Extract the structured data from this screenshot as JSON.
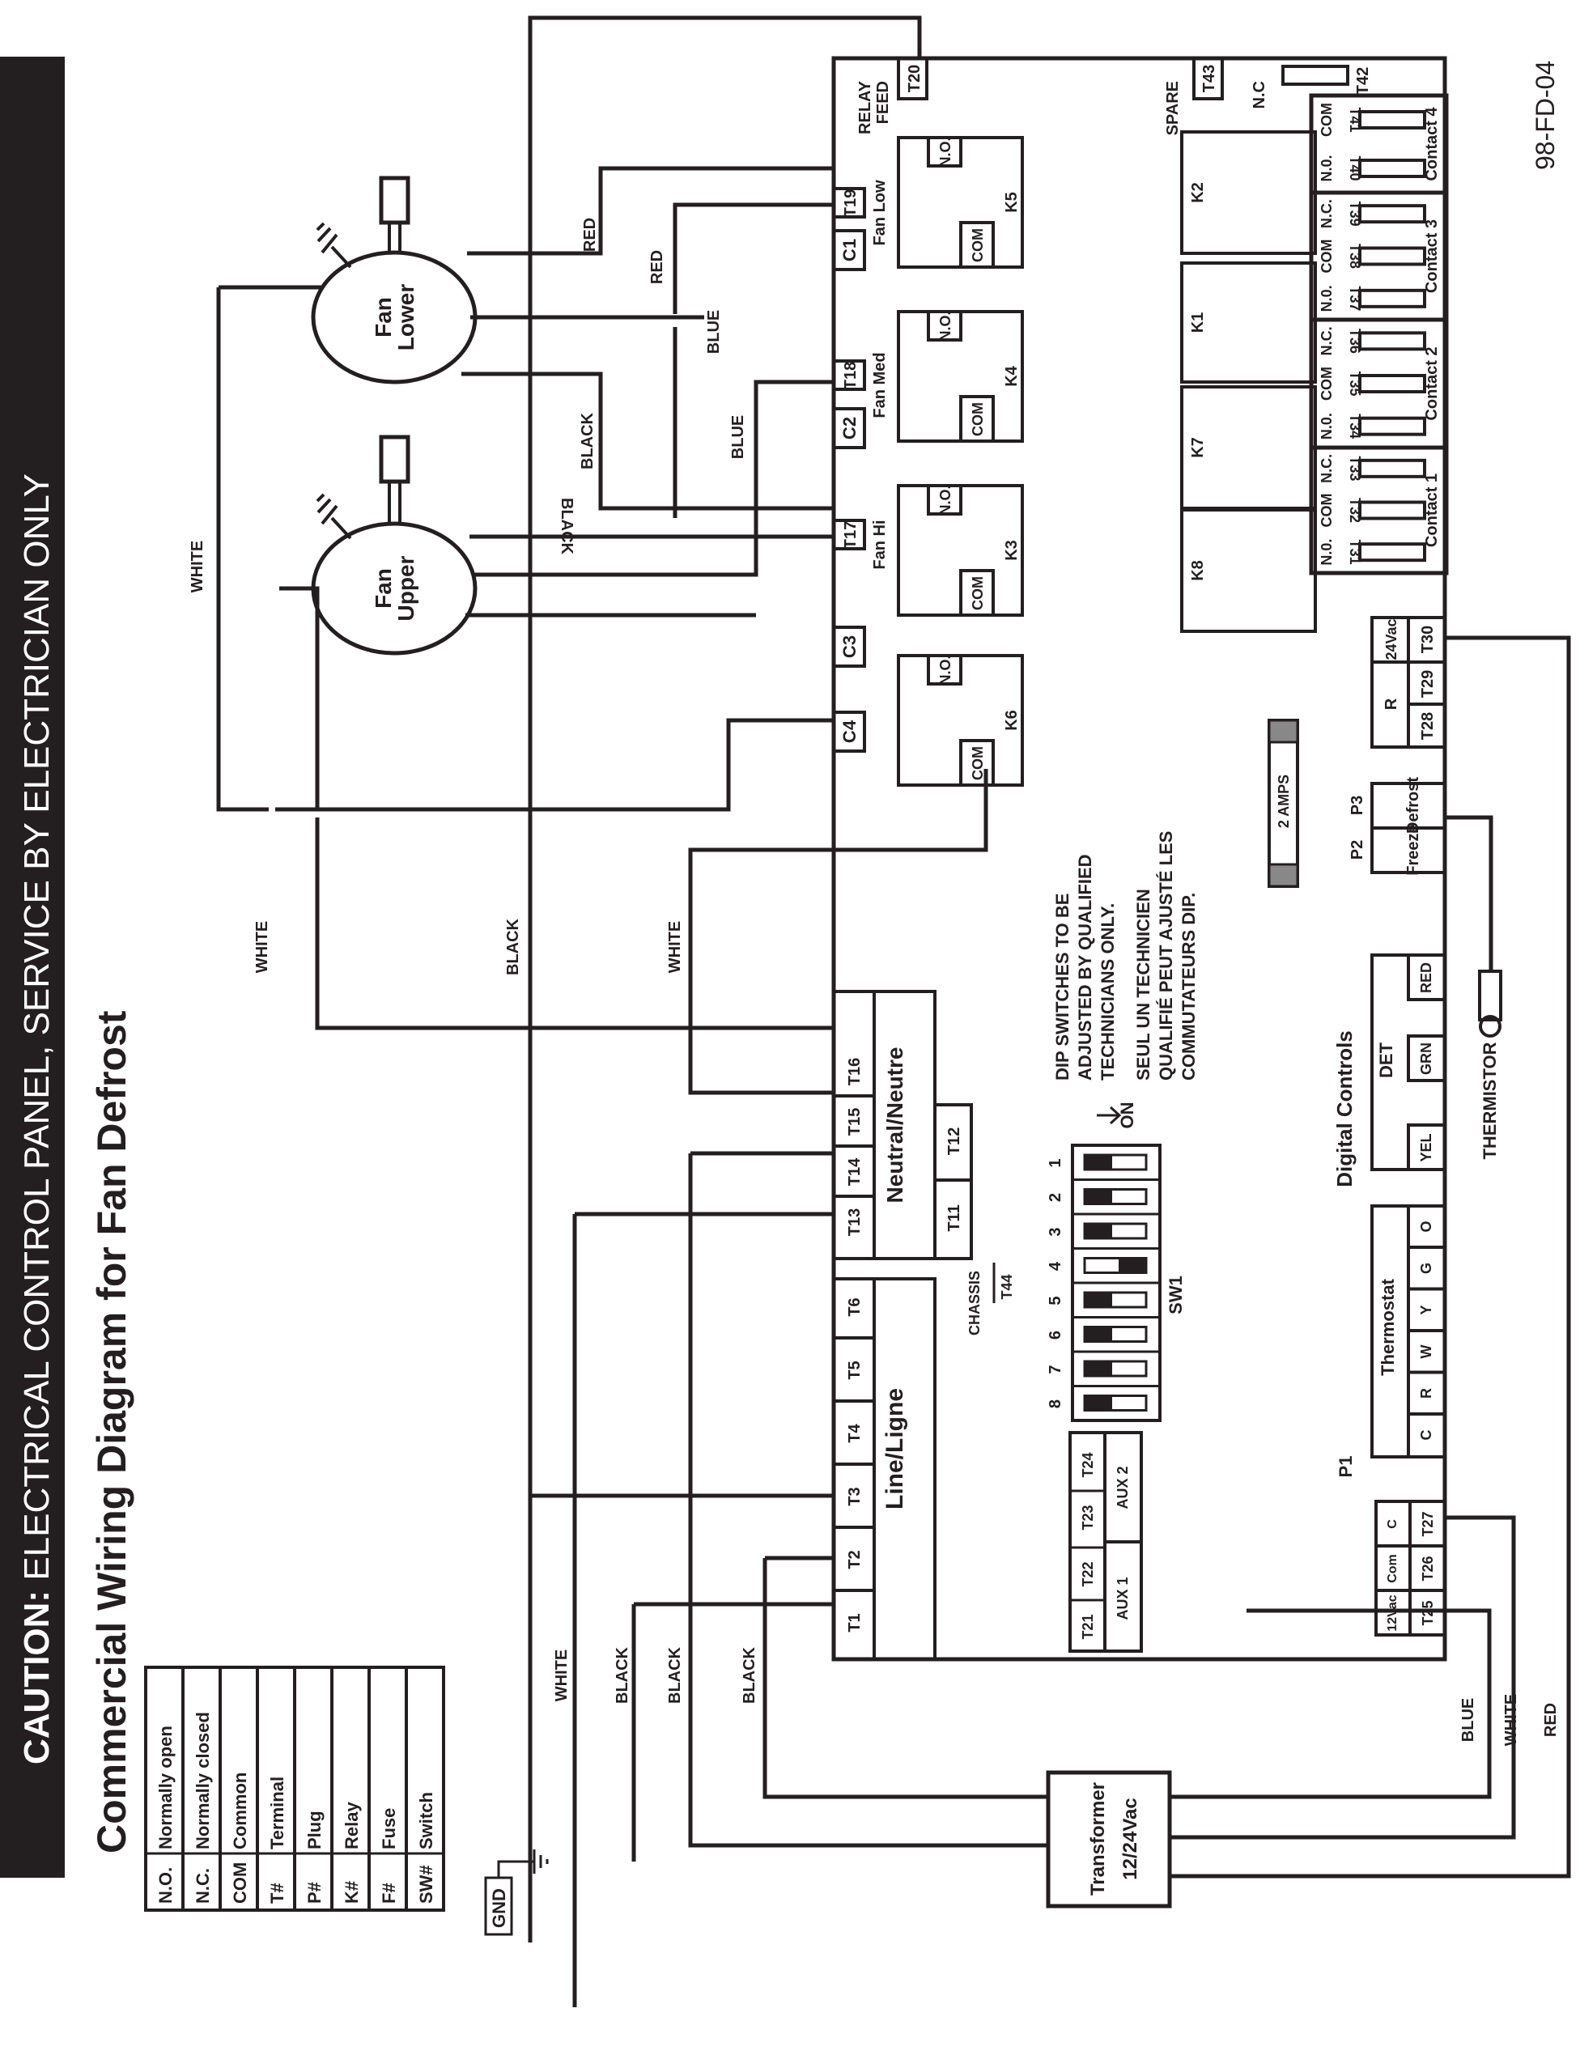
{
  "caution_banner": {
    "prefix": "CAUTION:",
    "text": " ELECTRICAL CONTROL PANEL, SERVICE BY ELECTRICIAN ONLY"
  },
  "title": "Commercial Wiring Diagram for Fan Defrost",
  "doc_code": "98-FD-04",
  "legend": [
    {
      "abbr": "N.O.",
      "meaning": "Normally open"
    },
    {
      "abbr": "N.C.",
      "meaning": "Normally closed"
    },
    {
      "abbr": "COM",
      "meaning": "Common"
    },
    {
      "abbr": "T#",
      "meaning": "Terminal"
    },
    {
      "abbr": "P#",
      "meaning": "Plug"
    },
    {
      "abbr": "K#",
      "meaning": "Relay"
    },
    {
      "abbr": "F#",
      "meaning": "Fuse"
    },
    {
      "abbr": "SW#",
      "meaning": "Switch"
    }
  ],
  "ground_label": "GND",
  "fans": {
    "lower": {
      "line1": "Fan",
      "line2": "Lower"
    },
    "upper": {
      "line1": "Fan",
      "line2": "Upper"
    }
  },
  "wire_labels": {
    "red_1": "RED",
    "red_2": "RED",
    "blue_1": "BLUE",
    "blue_2": "BLUE",
    "black_1": "BLACK",
    "black_rev": "BLACK",
    "white_top": "WHITE",
    "white_mid1": "WHITE",
    "black_mid": "BLACK",
    "white_mid2": "WHITE",
    "white_left": "WHITE",
    "black_left1": "BLACK",
    "black_left2": "BLACK",
    "black_left3": "BLACK",
    "xf_blue": "BLUE",
    "xf_white": "WHITE",
    "xf_red": "RED"
  },
  "board": {
    "relay_feed": {
      "line1": "RELAY",
      "line2": "FEED",
      "terminal": "T20"
    },
    "spare": {
      "label": "SPARE",
      "terminal": "T43"
    },
    "nc_t42": {
      "label": "N.C",
      "terminal": "T42"
    },
    "capacitors": [
      "C1",
      "C2",
      "C3",
      "C4"
    ],
    "fan_terminals": [
      {
        "terminal": "T19",
        "label": "Fan Low"
      },
      {
        "terminal": "T18",
        "label": "Fan Med"
      },
      {
        "terminal": "T17",
        "label": "Fan Hi"
      }
    ],
    "relays": [
      {
        "name": "K5",
        "no": "N.O.",
        "com": "COM"
      },
      {
        "name": "K4",
        "no": "N.O.",
        "com": "COM"
      },
      {
        "name": "K3",
        "no": "N.O.",
        "com": "COM"
      },
      {
        "name": "K6",
        "no": "N.O.",
        "com": "COM"
      }
    ],
    "aux_relays": [
      "K2",
      "K1",
      "K7",
      "K8"
    ],
    "contacts": [
      {
        "name": "Contact 4",
        "labels": [
          "N.0.",
          "COM"
        ],
        "terminals": [
          "T40",
          "T41"
        ]
      },
      {
        "name": "Contact 3",
        "labels": [
          "N.0.",
          "COM",
          "N.C."
        ],
        "terminals": [
          "T37",
          "T38",
          "T39"
        ]
      },
      {
        "name": "Contact 2",
        "labels": [
          "N.0.",
          "COM",
          "N.C."
        ],
        "terminals": [
          "T34",
          "T35",
          "T36"
        ]
      },
      {
        "name": "Contact 1",
        "labels": [
          "N.0.",
          "COM",
          "N.C."
        ],
        "terminals": [
          "T31",
          "T32",
          "T33"
        ]
      }
    ],
    "power_24": {
      "label": "24Vac",
      "r_label": "R",
      "terminals": [
        "T30",
        "T29",
        "T28"
      ]
    },
    "plugs": {
      "p3": "P3",
      "p3_label": "Defrost",
      "p2": "P2",
      "p2_label": "Freeze"
    },
    "fuse_label": "2 AMPS",
    "dip_notice_en": [
      "DIP SWITCHES TO BE",
      "ADJUSTED BY QUALIFIED",
      "TECHNICIANS ONLY."
    ],
    "dip_notice_fr": [
      "SEUL UN TECHNICIEN",
      "QUALIFIÉ PEUT AJUSTÉ LES",
      "COMMUTATEURS DIP."
    ],
    "neutral": {
      "label": "Neutral/Neutre",
      "terminals": [
        "T13",
        "T14",
        "T15",
        "T16"
      ],
      "sub": [
        "T11",
        "T12"
      ]
    },
    "line": {
      "label": "Line/Ligne",
      "terminals": [
        "T1",
        "T2",
        "T3",
        "T4",
        "T5",
        "T6"
      ]
    },
    "chassis": {
      "label": "CHASSIS",
      "terminal": "T44"
    },
    "sw1": {
      "label": "SW1",
      "on_label": "ON",
      "switches": [
        {
          "n": "1",
          "on": false
        },
        {
          "n": "2",
          "on": false
        },
        {
          "n": "3",
          "on": false
        },
        {
          "n": "4",
          "on": true
        },
        {
          "n": "5",
          "on": false
        },
        {
          "n": "6",
          "on": false
        },
        {
          "n": "7",
          "on": false
        },
        {
          "n": "8",
          "on": false
        }
      ]
    },
    "digital_controls": {
      "title": "Digital Controls",
      "det": "DET",
      "pins": [
        "YEL",
        "GRN",
        "RED"
      ]
    },
    "thermostat": {
      "label": "Thermostat",
      "pins": [
        "C",
        "R",
        "W",
        "Y",
        "G",
        "O"
      ],
      "plug": "P1"
    },
    "thermistor": "THERMISTOR",
    "aux": {
      "terminals": [
        "T21",
        "T22",
        "T23",
        "T24"
      ],
      "aux1": "AUX 1",
      "aux2": "AUX 2"
    },
    "power_12": {
      "labels": [
        "12Vac",
        "Com",
        "C"
      ],
      "terminals": [
        "T25",
        "T26",
        "T27"
      ]
    }
  },
  "transformer": {
    "line1": "Transformer",
    "line2": "12/24Vac"
  }
}
